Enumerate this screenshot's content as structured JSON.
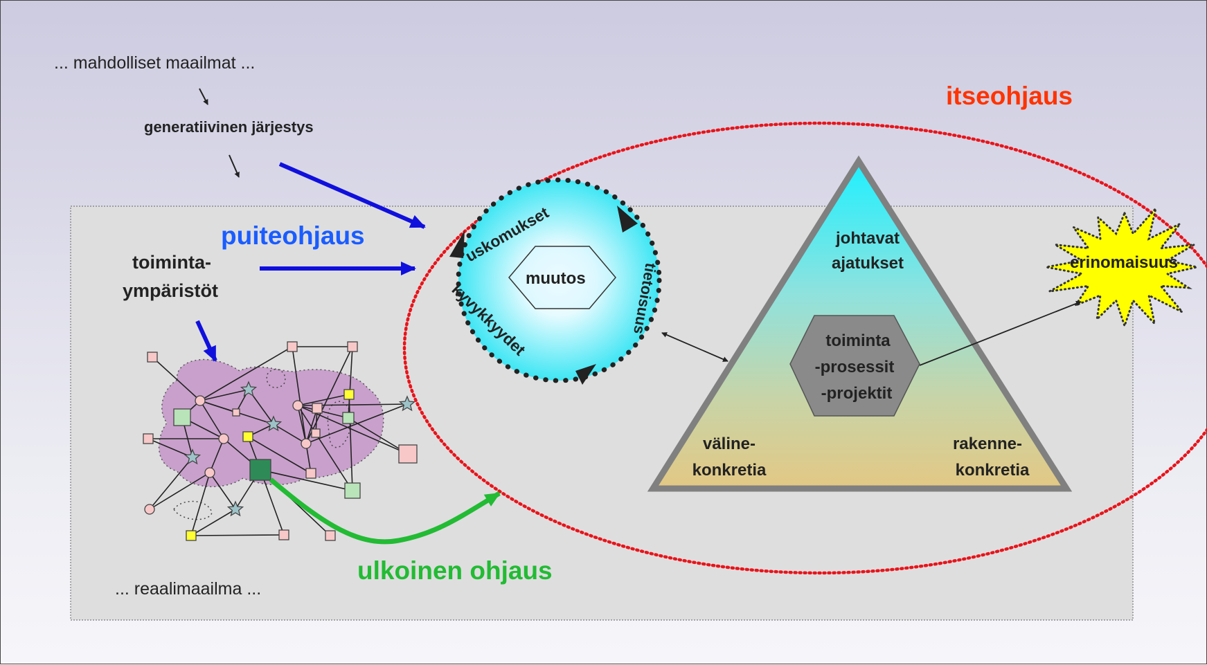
{
  "labels": {
    "mahdolliset": "... mahdolliset maailmat ...",
    "generatiivinen": "generatiivinen järjestys",
    "itseohjaus": "itseohjaus",
    "puiteohjaus": "puiteohjaus",
    "toiminta": "toiminta-",
    "ymparistot": "ympäristöt",
    "uskomukset": "uskomukset",
    "muutos": "muutos",
    "kyvykkyydet": "kyvykkyydet",
    "tietoisuus": "tietoisuus",
    "johtavat": "johtavat",
    "ajatukset": "ajatukset",
    "toiminta_proc": "toiminta",
    "prosessit": "-prosessit",
    "projektit": "-projektit",
    "valine": "väline-",
    "valine_konkretia": "konkretia",
    "rakenne": "rakenne-",
    "rakenne_konkretia": "konkretia",
    "erinomaisuus": "erinomaisuus",
    "ulkoinen": "ulkoinen ohjaus",
    "reaalimaailma": "... reaalimaailma ..."
  },
  "colors": {
    "itseohjaus": "#ff3300",
    "puiteohjaus": "#1a5cff",
    "ulkoinen": "#22bb33",
    "blue_arrow": "#1010dd",
    "ellipse": "#e8141a",
    "star": "#ffff00",
    "hexagon": "#808080"
  }
}
